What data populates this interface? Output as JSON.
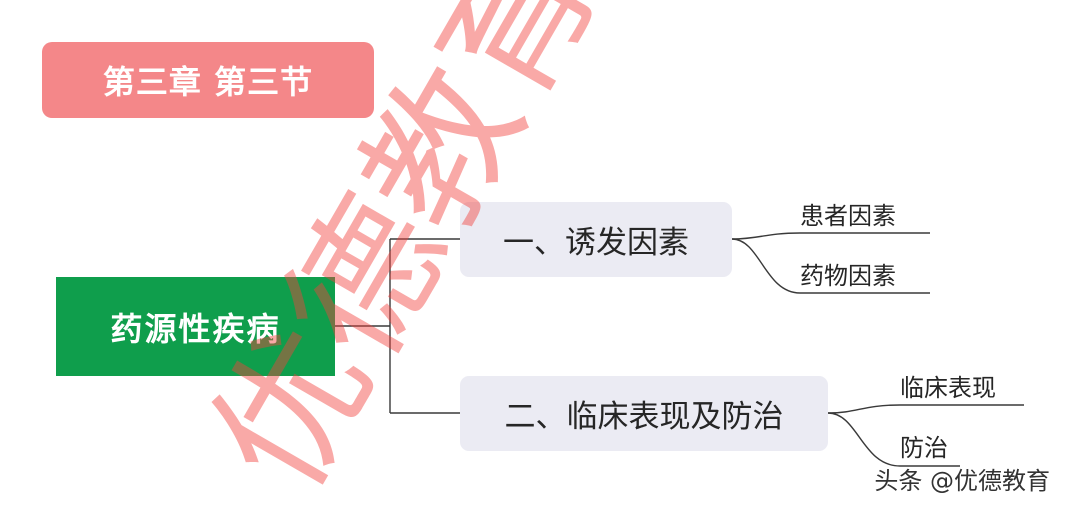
{
  "chapter": {
    "label": "第三章  第三节"
  },
  "root": {
    "label": "药源性疾病"
  },
  "branches": [
    {
      "label": "一、诱发因素",
      "leaves": [
        "患者因素",
        "药物因素"
      ]
    },
    {
      "label": "二、临床表现及防治",
      "leaves": [
        "临床表现",
        "防治"
      ]
    }
  ],
  "watermark": {
    "text": "优德教育",
    "color": "#f2413c"
  },
  "corner_mark": {
    "text": "头条 @优德教育"
  },
  "colors": {
    "chapter_bg": "#f48789",
    "root_bg": "#0f9e4c",
    "branch_bg": "#ebebf3",
    "line": "#3a3a3a"
  }
}
